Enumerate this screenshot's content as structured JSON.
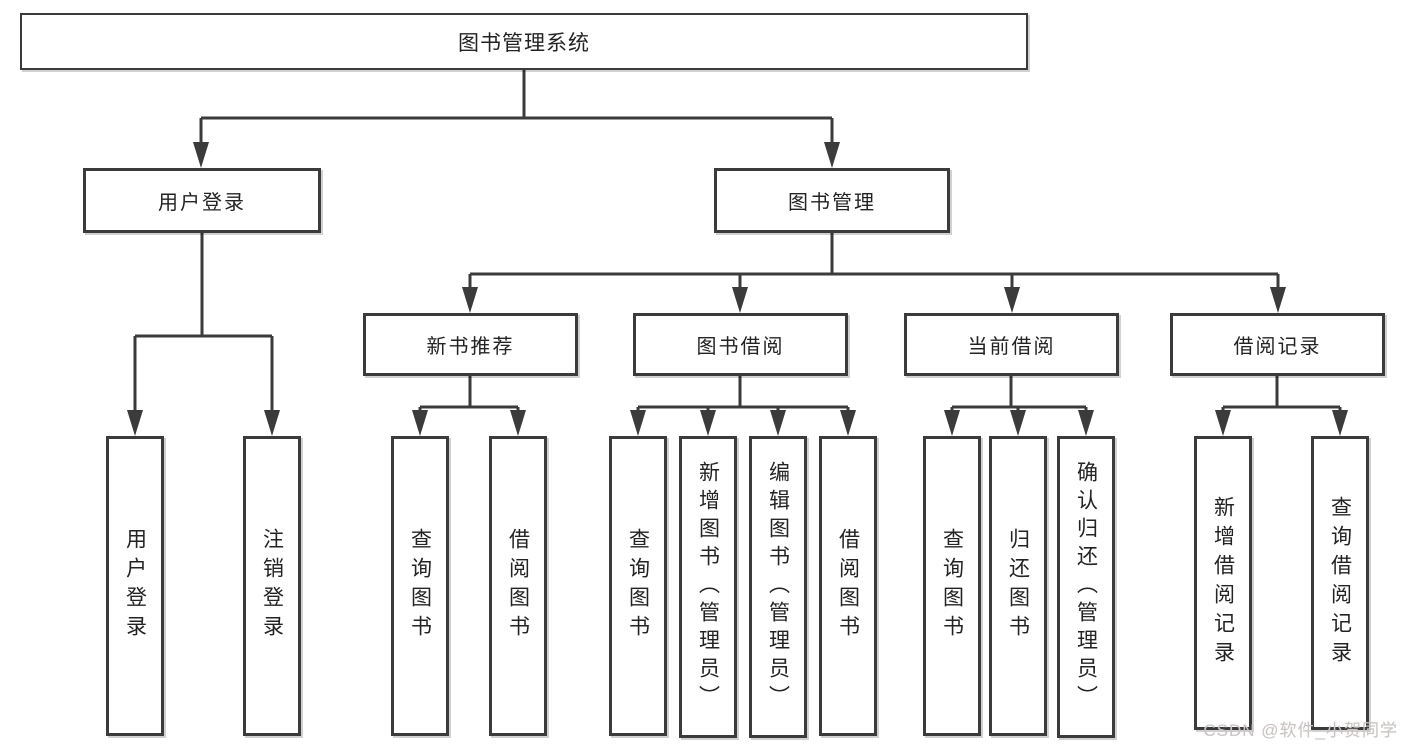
{
  "nodes": {
    "root": "图书管理系统",
    "l2": [
      "用户登录",
      "图书管理"
    ],
    "l3": [
      "新书推荐",
      "图书借阅",
      "当前借阅",
      "借阅记录"
    ],
    "l4": [
      "用户登录",
      "注销登录",
      "查询图书",
      "借阅图书",
      "查询图书",
      "新增图书（管理员）",
      "编辑图书（管理员）",
      "借阅图书",
      "查询图书",
      "归还图书",
      "确认归还（管理员）",
      "新增借阅记录",
      "查询借阅记录"
    ]
  },
  "watermark": "CSDN @软件_小贺同学",
  "colors": {
    "line": "#3b3b3b",
    "text": "#232323",
    "background": "#ffffff",
    "watermark": "#c6c6c6"
  }
}
